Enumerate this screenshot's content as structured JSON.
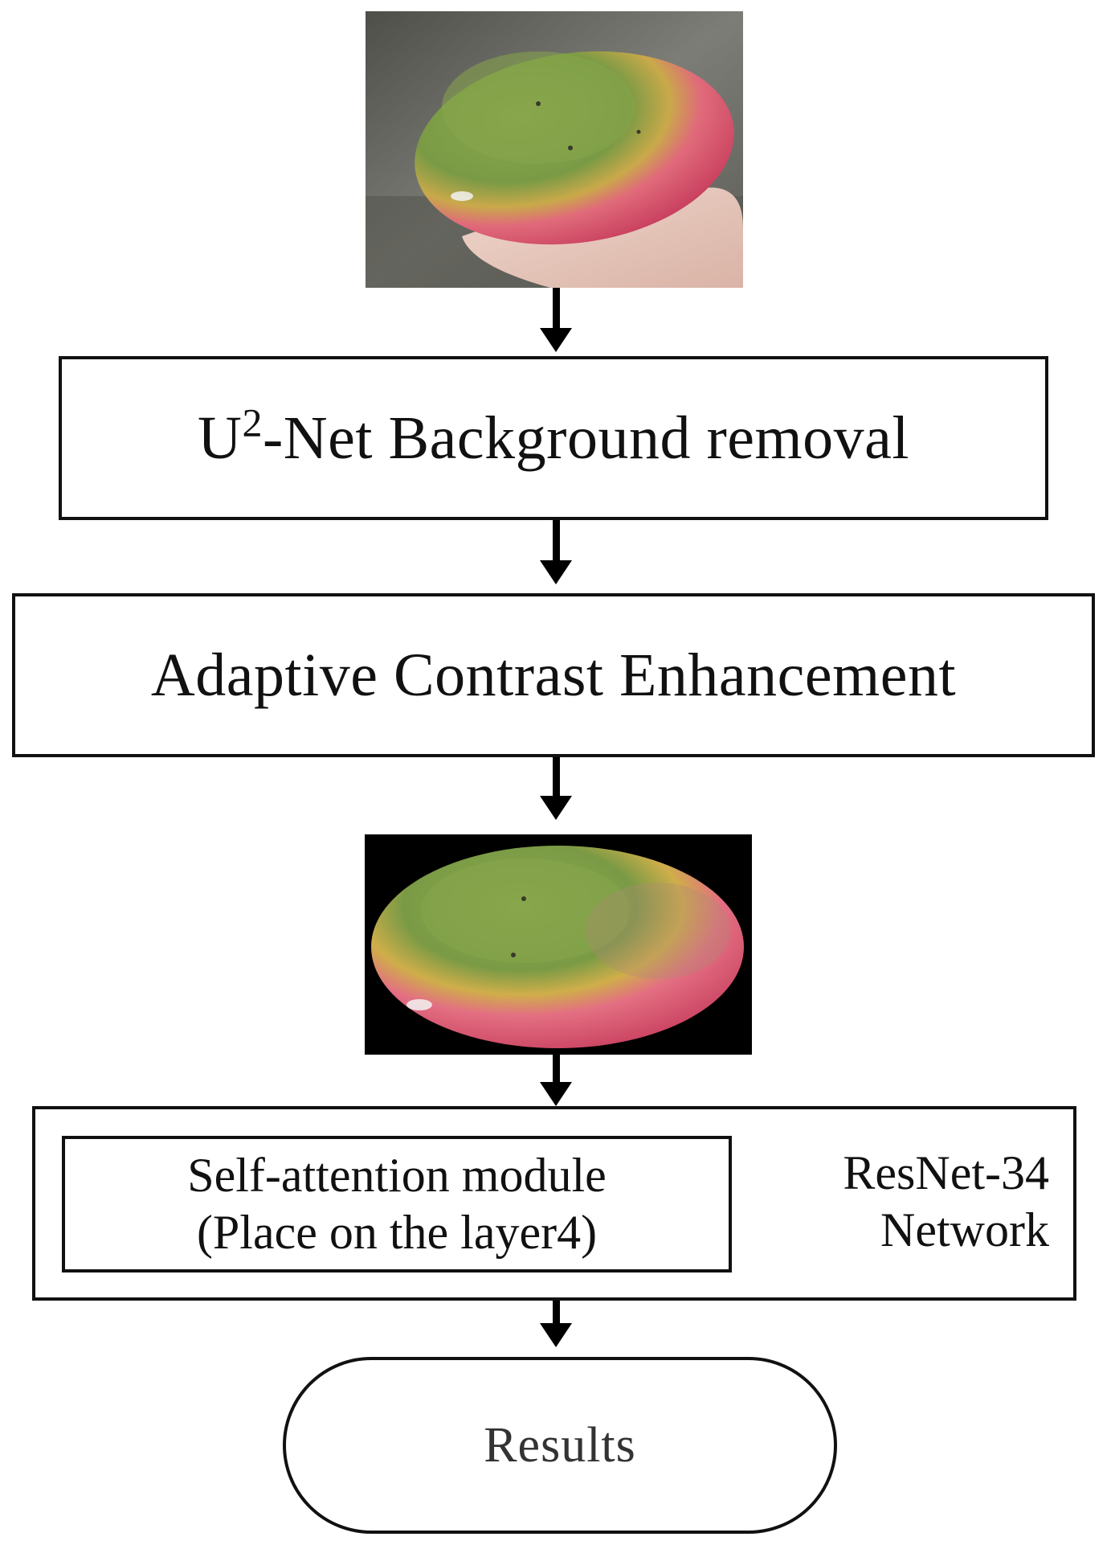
{
  "steps": {
    "background_removal": {
      "prefix": "U",
      "superscript": "2",
      "suffix": "-Net Background removal"
    },
    "contrast": "Adaptive Contrast Enhancement",
    "attention_line1": "Self-attention module",
    "attention_line2": "(Place on the layer4)",
    "network_line1": "ResNet-34",
    "network_line2": "Network",
    "results": "Results"
  },
  "colors": {
    "mango_green": "#7a9a45",
    "mango_red": "#d94b6e",
    "mango_yellow": "#d9b24a",
    "background_gray": "#6b6b66",
    "hand_skin": "#e8c9bd"
  }
}
